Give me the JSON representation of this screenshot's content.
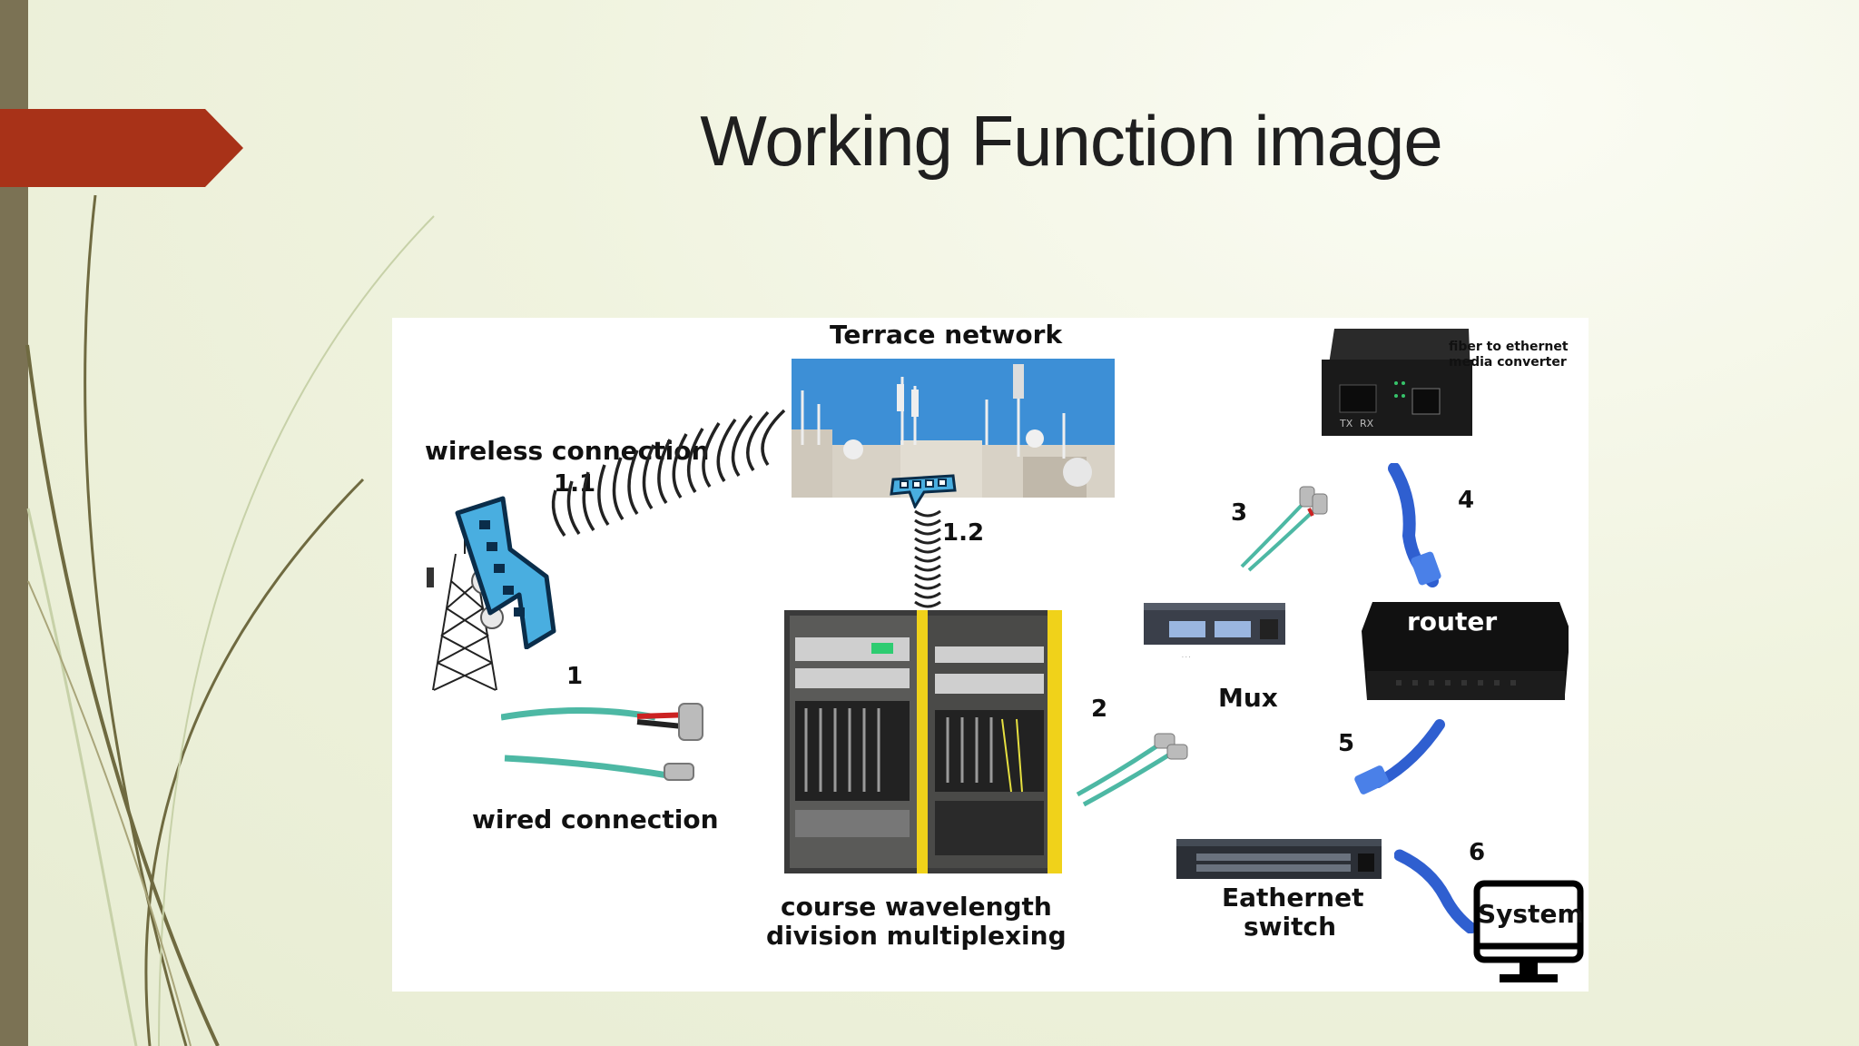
{
  "slide": {
    "title": "Working Function image"
  },
  "diagram": {
    "labels": {
      "terrace_network": "Terrace network",
      "wireless_connection": "wireless connection",
      "wired_connection": "wired connection",
      "cwdm_line1": "course wavelength",
      "cwdm_line2": "division multiplexing",
      "converter_line1": "fiber to ethernet",
      "converter_line2": "media converter",
      "mux": "Mux",
      "router": "router",
      "switch_line1": "Eathernet",
      "switch_line2": "switch",
      "system": "System"
    },
    "steps": {
      "s1_1": "1.1",
      "s1_2": "1.2",
      "s1": "1",
      "s2": "2",
      "s3": "3",
      "s4": "4",
      "s5": "5",
      "s6": "6"
    },
    "device_text": {
      "converter_tx": "TX",
      "converter_rx": "RX"
    }
  },
  "colors": {
    "accent_arrow": "#a83218",
    "side_bar": "#7b7254",
    "sky": "#3d8fd6",
    "cable_aqua": "#4db8a4",
    "antenna_blue": "#49aee0",
    "ethernet_blue": "#2f5fd0",
    "rack_yellow": "#f0d21a"
  }
}
